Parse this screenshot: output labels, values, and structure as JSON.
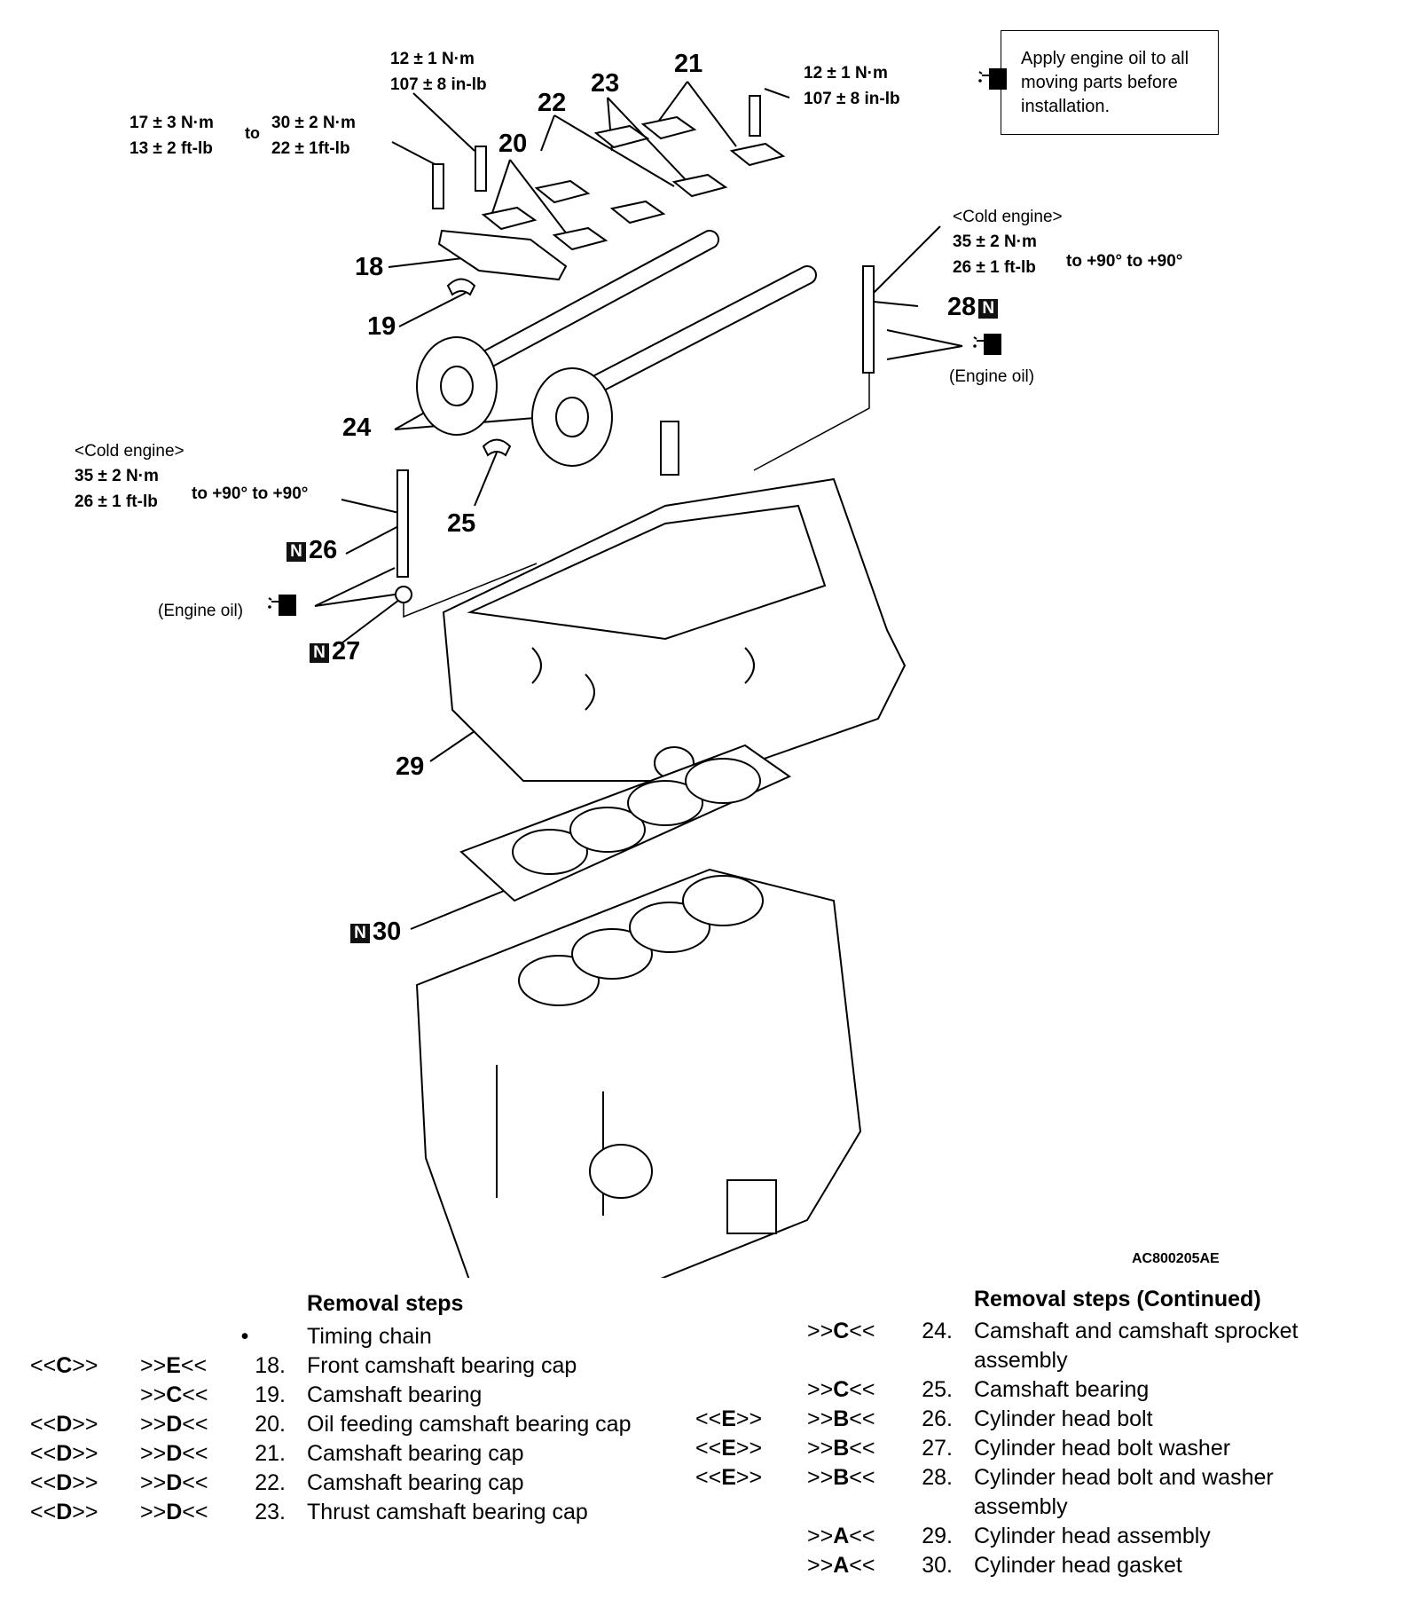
{
  "note": {
    "text_lines": [
      "Apply engine oil to all",
      "moving parts before",
      "installation."
    ],
    "icon": "oil-can-icon"
  },
  "torque_labels": {
    "t12_left": [
      "12 ± 1 N·m",
      "107 ± 8 in-lb"
    ],
    "t12_right": [
      "12 ± 1 N·m",
      "107 ± 8 in-lb"
    ],
    "t17": [
      "17 ± 3 N·m",
      "13 ± 2 ft-lb"
    ],
    "to_word": "to",
    "t30": [
      "30 ± 2 N·m",
      "22 ± 1ft-lb"
    ],
    "cold_right": {
      "title": "<Cold engine>",
      "lines": [
        "35 ± 2 N·m",
        "26 ± 1 ft-lb"
      ],
      "angle": "to +90° to +90°"
    },
    "cold_left": {
      "title": "<Cold engine>",
      "lines": [
        "35 ± 2 N·m",
        "26 ± 1 ft-lb"
      ],
      "angle": "to +90° to +90°"
    }
  },
  "engine_oil_label": "(Engine oil)",
  "callouts": {
    "c18": "18",
    "c19": "19",
    "c20": "20",
    "c21": "21",
    "c22": "22",
    "c23": "23",
    "c24": "24",
    "c25": "25",
    "c26": "26",
    "c27": "27",
    "c28": "28",
    "c29": "29",
    "c30": "30",
    "new_badge": "N"
  },
  "figure_id": "AC800205AE",
  "removal_left": {
    "heading": "Removal steps",
    "rows": [
      {
        "inst": "",
        "rem": "",
        "num": "•",
        "text": "Timing chain"
      },
      {
        "inst": "<<C>>",
        "rem": ">>E<<",
        "num": "18.",
        "text": "Front camshaft bearing cap"
      },
      {
        "inst": "",
        "rem": ">>C<<",
        "num": "19.",
        "text": "Camshaft bearing"
      },
      {
        "inst": "<<D>>",
        "rem": ">>D<<",
        "num": "20.",
        "text": "Oil feeding camshaft bearing cap"
      },
      {
        "inst": "<<D>>",
        "rem": ">>D<<",
        "num": "21.",
        "text": "Camshaft bearing cap"
      },
      {
        "inst": "<<D>>",
        "rem": ">>D<<",
        "num": "22.",
        "text": "Camshaft bearing cap"
      },
      {
        "inst": "<<D>>",
        "rem": ">>D<<",
        "num": "23.",
        "text": "Thrust camshaft bearing cap"
      }
    ]
  },
  "removal_right": {
    "heading": "Removal steps (Continued)",
    "rows": [
      {
        "inst": "",
        "rem": ">>C<<",
        "num": "24.",
        "text": "Camshaft and camshaft sprocket",
        "text2": "assembly"
      },
      {
        "inst": "",
        "rem": ">>C<<",
        "num": "25.",
        "text": "Camshaft bearing",
        "text2": ""
      },
      {
        "inst": "<<E>>",
        "rem": ">>B<<",
        "num": "26.",
        "text": "Cylinder head bolt",
        "text2": ""
      },
      {
        "inst": "<<E>>",
        "rem": ">>B<<",
        "num": "27.",
        "text": "Cylinder head bolt washer",
        "text2": ""
      },
      {
        "inst": "<<E>>",
        "rem": ">>B<<",
        "num": "28.",
        "text": "Cylinder head bolt and washer",
        "text2": "assembly"
      },
      {
        "inst": "",
        "rem": ">>A<<",
        "num": "29.",
        "text": "Cylinder head assembly",
        "text2": ""
      },
      {
        "inst": "",
        "rem": ">>A<<",
        "num": "30.",
        "text": "Cylinder head gasket",
        "text2": ""
      }
    ]
  }
}
